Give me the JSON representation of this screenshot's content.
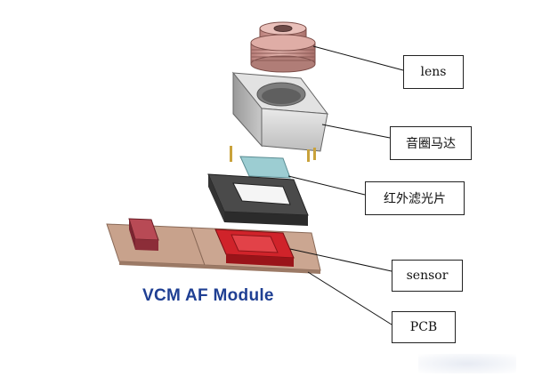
{
  "diagram": {
    "caption": "VCM AF Module",
    "labels": {
      "lens": "lens",
      "vcm": "音圈马达",
      "ir_filter": "红外滤光片",
      "sensor": "sensor",
      "pcb": "PCB"
    },
    "colors": {
      "lens": "#d4a09a",
      "housing": "#d8d8d8",
      "filter": "#9ccdd2",
      "holder": "#4a4a4a",
      "sensor": "#d0232a",
      "pcb": "#c8a28c",
      "caption": "#1f3f93"
    }
  }
}
